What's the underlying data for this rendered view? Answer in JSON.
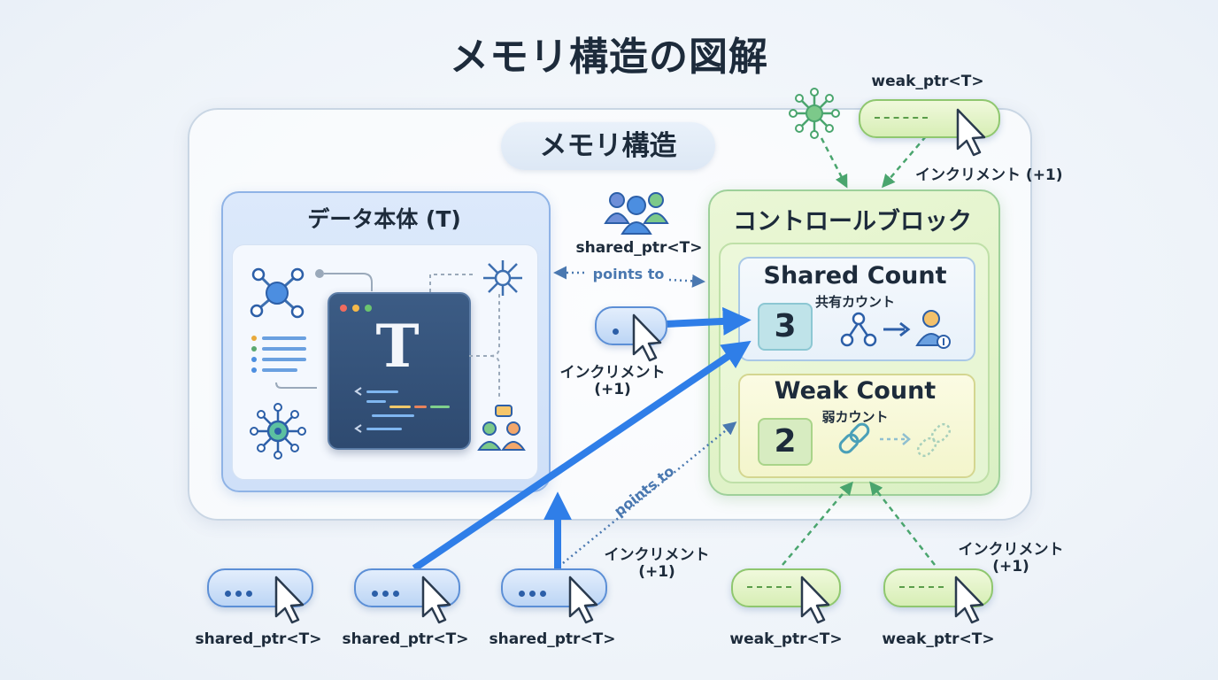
{
  "title": "メモリ構造の図解",
  "memory_label": "メモリ構造",
  "data_block": {
    "title": "データ本体 (T)",
    "letter": "T"
  },
  "control_block": {
    "title": "コントロールブロック",
    "shared_count": {
      "title": "Shared Count",
      "subtitle": "共有カウント",
      "value": "3"
    },
    "weak_count": {
      "title": "Weak Count",
      "subtitle": "弱カウント",
      "value": "2"
    }
  },
  "labels": {
    "shared_ptr": "shared_ptr<T>",
    "weak_ptr": "weak_ptr<T>",
    "points_to": "points to",
    "increment": "インクリメント",
    "increment_plus": "(+1)",
    "increment_full": "インクリメント (+1)"
  },
  "colors": {
    "blue_arrow": "#3d8ef0",
    "green_dashed": "#4aa56e",
    "control_block_bg": "#e2f3c9",
    "data_block_bg": "#cfe0f8"
  }
}
